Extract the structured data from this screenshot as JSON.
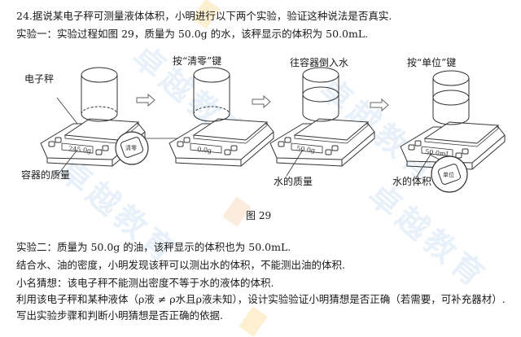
{
  "question": {
    "title_line": "24.据说某电子秤可测量液体体积，小明进行以下两个实验，验证这种说法是否真实.",
    "experiment1_line": "实验一：实验过程如图 29，质量为 50.0g 的水，该秤显示的体积为 50.0mL."
  },
  "figure": {
    "caption": "图 29",
    "steps": [
      {
        "top_label": "",
        "display": "245.0g",
        "callout_top": "电子秤",
        "callout_bottom": "容器的质量"
      },
      {
        "top_label": "按“清零”键",
        "display": "0.0g",
        "button_label": "清零"
      },
      {
        "top_label": "往容器倒入水",
        "display": "50.0g",
        "callout_bottom": "水的质量"
      },
      {
        "top_label": "按“单位”键",
        "display": "50.0mL",
        "callout_bottom": "水的体积",
        "button_label": "单位"
      }
    ]
  },
  "body": {
    "experiment2_line": "实验二：质量为 50.0g 的油，该秤显示的体积也为 50.0mL.",
    "finding_line": "结合水、油的密度，小明发现该秤可以测出水的体积，不能测出油的体积.",
    "guess_line": "小名猜想：该电子秤不能测出密度不等于水的液体的体积.",
    "task_line": "利用该电子秤和某种液体（ρ液 ≠ ρ水且ρ液未知），设计实验验证小明猜想是否正确（若需要，可补充器材）.",
    "ask_line": "写出实验步骤和判断小明猜想是否正确的依据."
  },
  "watermark": {
    "text": "卓越教育",
    "color": "#d6e6f5"
  }
}
